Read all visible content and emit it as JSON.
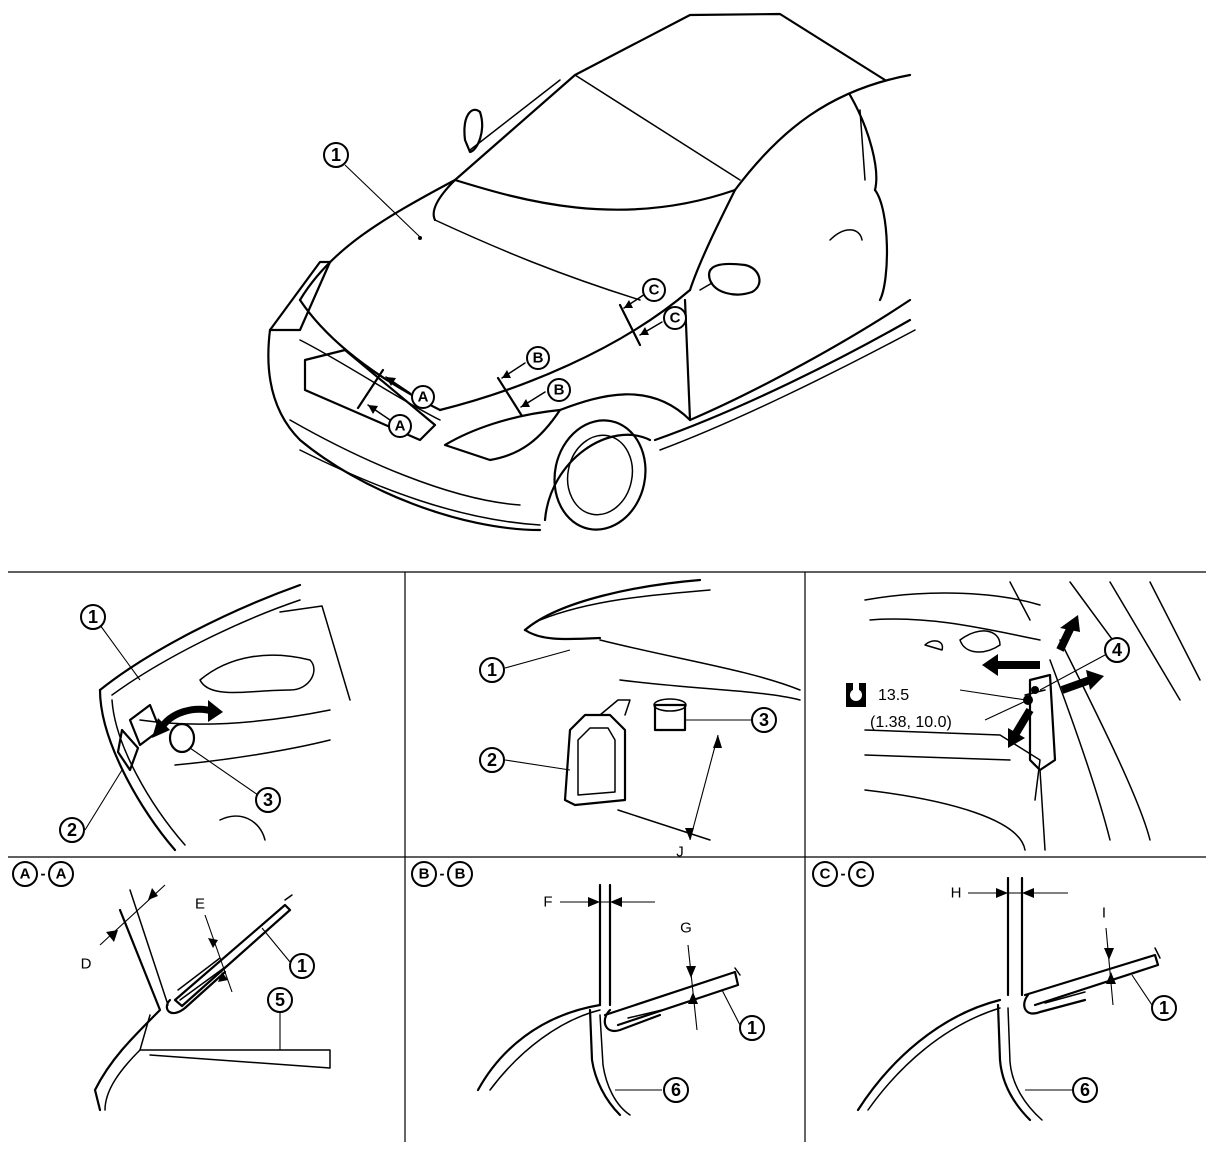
{
  "overview": {
    "callout_hood": "1",
    "section_marks": [
      "A",
      "A",
      "B",
      "B",
      "C",
      "C"
    ]
  },
  "panels": {
    "hood_bumper": {
      "callouts": [
        "1",
        "2",
        "3"
      ]
    },
    "hood_stopper": {
      "callouts": [
        "1",
        "2",
        "3"
      ],
      "dimension": "J"
    },
    "hood_hinge": {
      "callout": "4",
      "torque_value": "13.5",
      "torque_units": "(1.38, 10.0)",
      "torque_icon": "wrench-torque-icon"
    },
    "section_aa": {
      "title_left": "A",
      "title_sep": "-",
      "title_right": "A",
      "dimensions": [
        "D",
        "E"
      ],
      "callouts": [
        "1",
        "5"
      ]
    },
    "section_bb": {
      "title_left": "B",
      "title_sep": "-",
      "title_right": "B",
      "dimensions": [
        "F",
        "G"
      ],
      "callouts": [
        "1",
        "6"
      ]
    },
    "section_cc": {
      "title_left": "C",
      "title_sep": "-",
      "title_right": "C",
      "dimensions": [
        "H",
        "I"
      ],
      "callouts": [
        "1",
        "6"
      ]
    }
  }
}
